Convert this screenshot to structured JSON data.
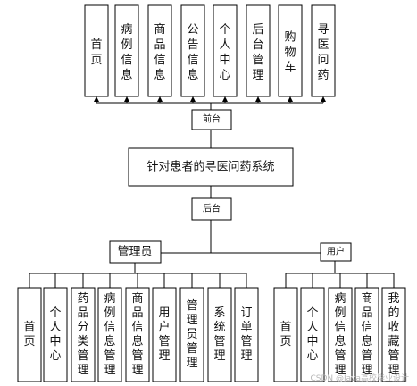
{
  "root": {
    "label": "针对患者的寻医问药系统"
  },
  "front": {
    "label": "前台",
    "modules": [
      "首页",
      "病例信息",
      "商品信息",
      "公告信息",
      "个人中心",
      "后台管理",
      "购物车",
      "寻医问药"
    ]
  },
  "back": {
    "label": "后台",
    "admin": {
      "label": "管理员",
      "modules": [
        "首页",
        "个人中心",
        "药品分类管理",
        "病例信息管理",
        "商品信息管理",
        "用户管理",
        "管理员管理",
        "系统管理",
        "订单管理"
      ]
    },
    "user": {
      "label": "用户",
      "modules": [
        "首页",
        "个人中心",
        "病例信息管理",
        "商品信息管理",
        "我的收藏管理"
      ]
    }
  },
  "watermark": "CSDN @Java高校毕业设计"
}
